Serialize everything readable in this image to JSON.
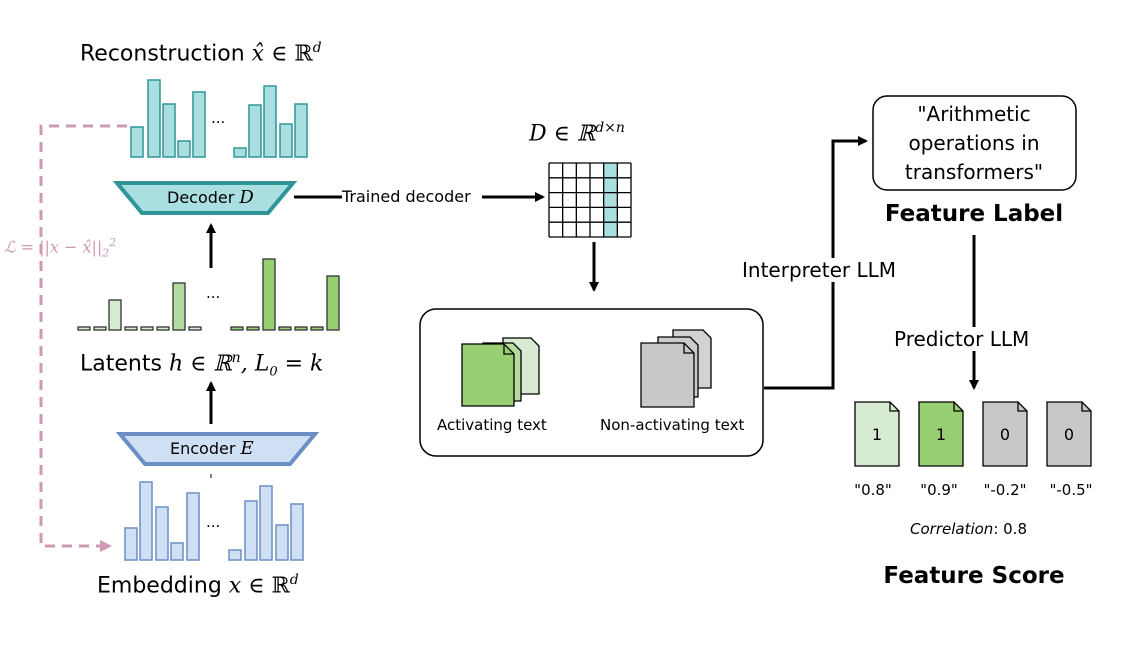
{
  "reconstruction": {
    "label": "Reconstruction",
    "math_var": "x̂",
    "math_rest": "∈ ℝ",
    "math_sup": "d"
  },
  "decoder": {
    "label": "Decoder",
    "math": "D"
  },
  "trained_decoder_label": "Trained decoder",
  "dict_matrix": {
    "math": "D ∈ ℝ",
    "math_sup": "d×n"
  },
  "loss_formula": {
    "text": "ℒ = ||x − x̂||",
    "sub": "2",
    "sup": "2"
  },
  "latents": {
    "label": "Latents",
    "math": "h ∈ ℝ",
    "sup": "n",
    "rest": ", L",
    "sub": "0",
    "rest2": " = k"
  },
  "encoder": {
    "label": "Encoder",
    "math": "E"
  },
  "embedding": {
    "label": "Embedding",
    "math_var": "x",
    "math_rest": "∈ ℝ",
    "math_sup": "d"
  },
  "ellipsis": "...",
  "activating_text": "Activating text",
  "non_activating_text": "Non-activating text",
  "interpreter_llm": "Interpreter LLM",
  "feature_label_box": {
    "line1": "\"Arithmetic",
    "line2": "operations in",
    "line3": "transformers\""
  },
  "feature_label_title": "Feature Label",
  "predictor_llm": "Predictor LLM",
  "predictions": [
    {
      "value": "1",
      "score": "\"0.8\""
    },
    {
      "value": "1",
      "score": "\"0.9\""
    },
    {
      "value": "0",
      "score": "\"-0.2\""
    },
    {
      "value": "0",
      "score": "\"-0.5\""
    }
  ],
  "correlation": {
    "label": "Correlation",
    "value": ": 0.8"
  },
  "feature_score_title": "Feature Score",
  "colors": {
    "teal_fill": "#a9dfe0",
    "teal_stroke": "#2f9598",
    "blue_fill": "#cfe0f5",
    "blue_stroke": "#6b8fc4",
    "green_fill": "#97cf72",
    "light_green": "#d6ebd2",
    "gray_fill": "#c8c8c8",
    "pink": "#cf98b4"
  }
}
